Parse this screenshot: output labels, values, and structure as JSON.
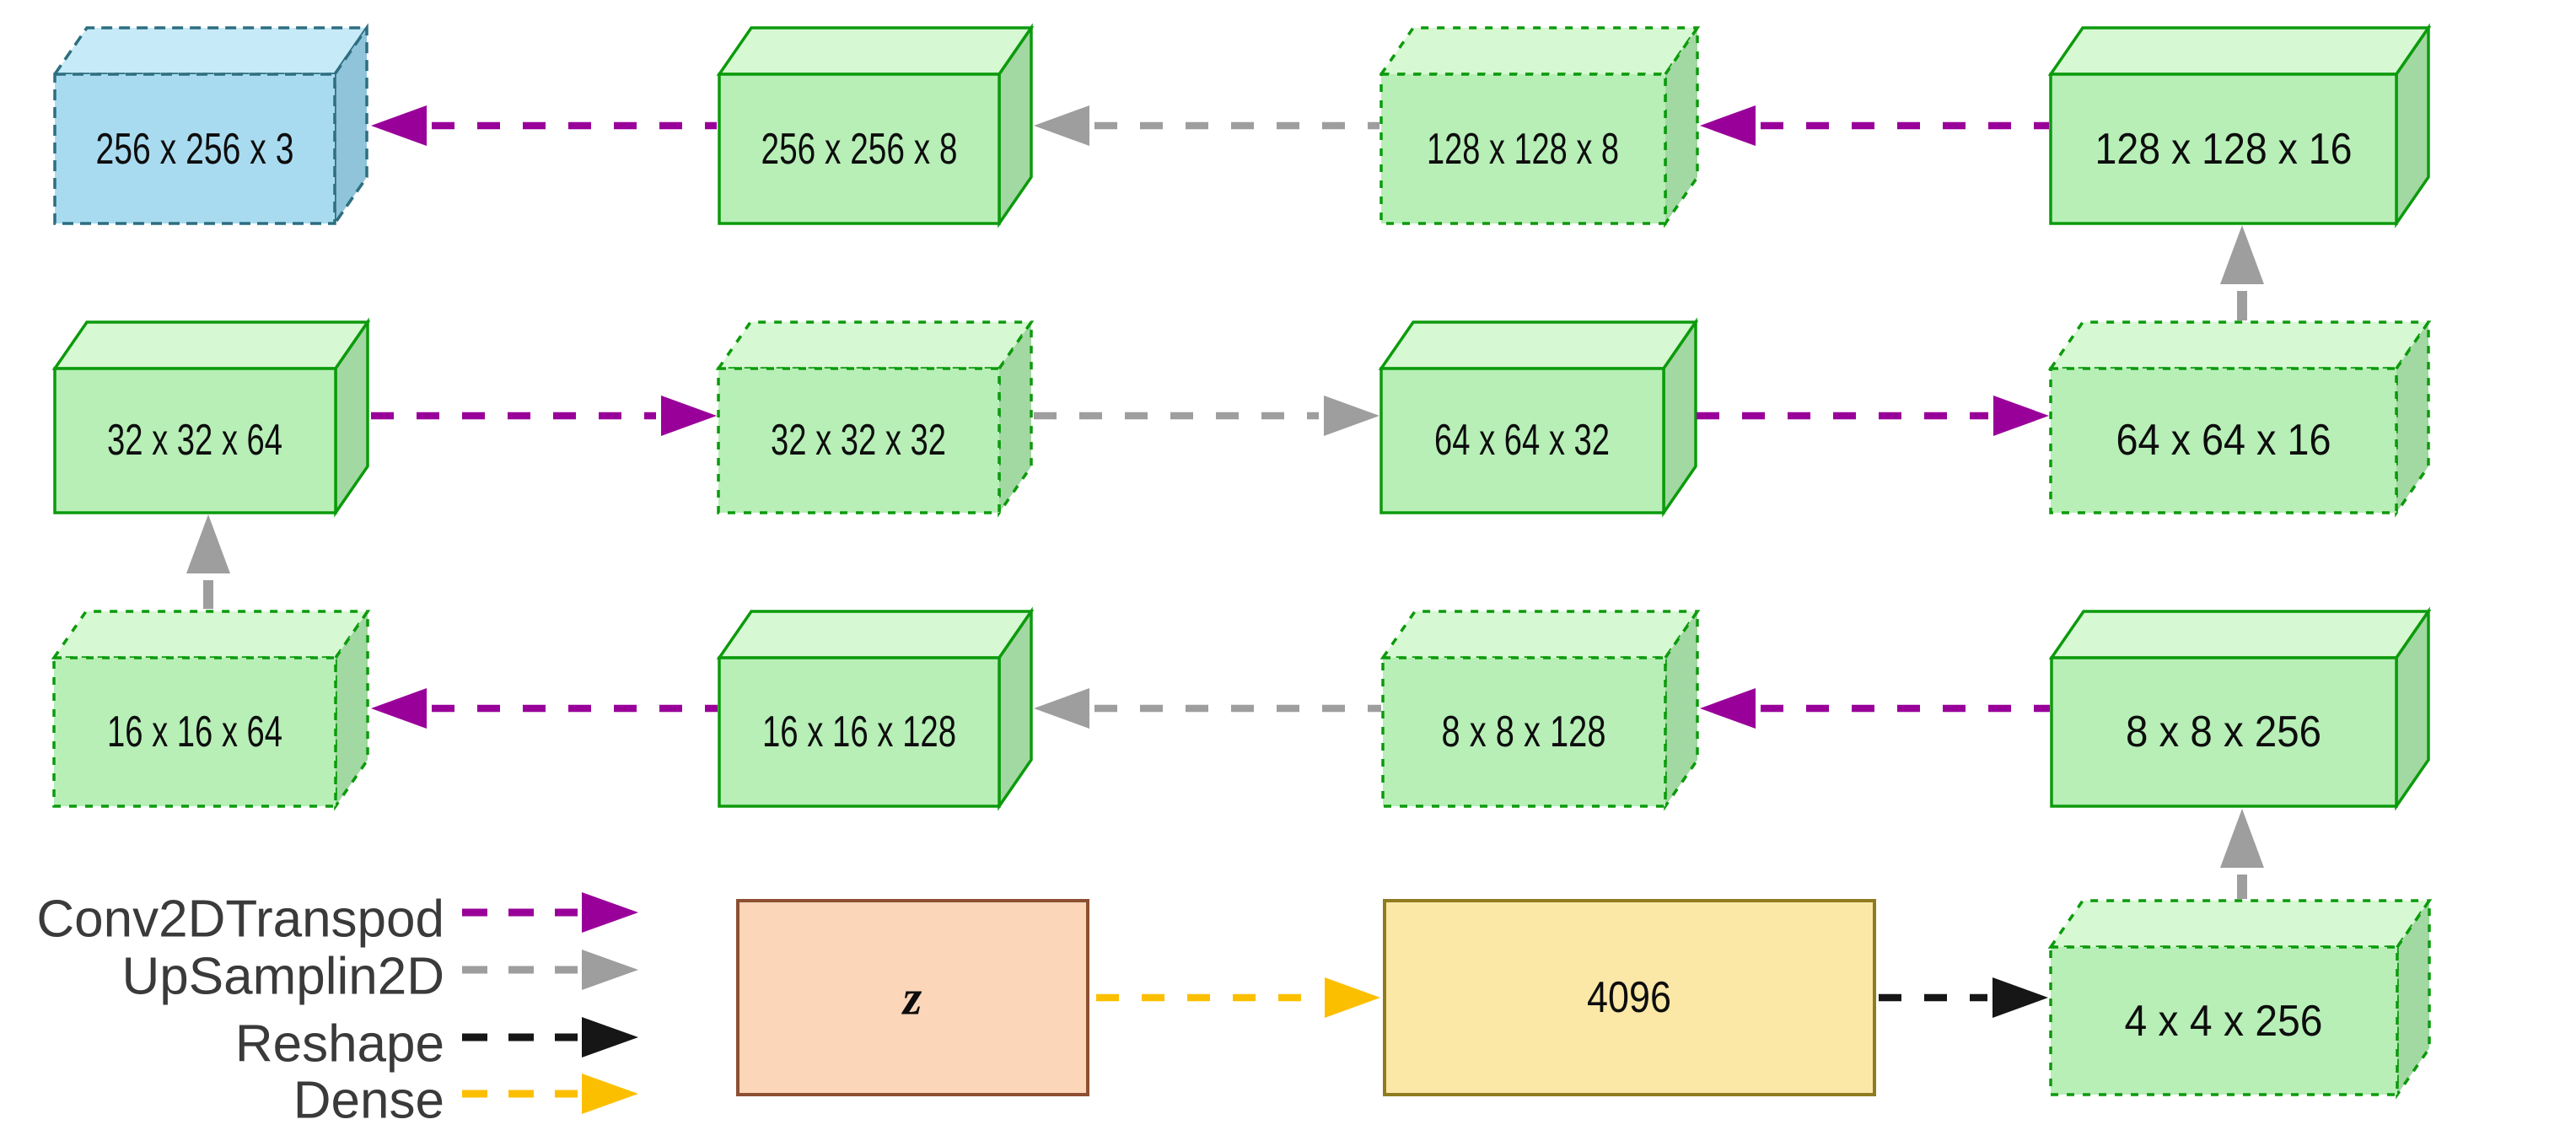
{
  "boxes": [
    {
      "label": "256 x 256 x 3",
      "style": "blue-dashed",
      "shape": "cuboid"
    },
    {
      "label": "256 x 256 x 8",
      "style": "green-solid",
      "shape": "cuboid"
    },
    {
      "label": "128 x 128 x 8",
      "style": "green-dashed",
      "shape": "cuboid"
    },
    {
      "label": "128 x 128 x 16",
      "style": "green-solid",
      "shape": "cuboid"
    },
    {
      "label": "32 x 32 x 64",
      "style": "green-solid",
      "shape": "cuboid"
    },
    {
      "label": "32 x 32 x 32",
      "style": "green-dashed",
      "shape": "cuboid"
    },
    {
      "label": "64 x 64 x 32",
      "style": "green-solid",
      "shape": "cuboid"
    },
    {
      "label": "64 x 64 x 16",
      "style": "green-dashed",
      "shape": "cuboid"
    },
    {
      "label": "16 x 16 x 64",
      "style": "green-dashed",
      "shape": "cuboid"
    },
    {
      "label": "16 x 16 x 128",
      "style": "green-solid",
      "shape": "cuboid"
    },
    {
      "label": "8 x 8 x 128",
      "style": "green-dashed",
      "shape": "cuboid"
    },
    {
      "label": "8 x 8 x 256",
      "style": "green-solid",
      "shape": "cuboid"
    },
    {
      "label": "z",
      "style": "latent-orange",
      "shape": "rect"
    },
    {
      "label": "4096",
      "style": "dense-yellow",
      "shape": "rect"
    },
    {
      "label": "4 x 4 x 256",
      "style": "green-dashed",
      "shape": "cuboid"
    }
  ],
  "legend": {
    "items": [
      {
        "label": "Conv2DTranspod",
        "color": "#990099"
      },
      {
        "label": "UpSamplin2D",
        "color": "#9e9e9e"
      },
      {
        "label": "Reshape",
        "color": "#161616"
      },
      {
        "label": "Dense",
        "color": "#fcbf00"
      }
    ]
  },
  "connections": [
    {
      "from": "z",
      "to": "4096",
      "operation": "Dense",
      "color": "#fcbf00"
    },
    {
      "from": "4096",
      "to": "4 x 4 x 256",
      "operation": "Reshape",
      "color": "#161616"
    },
    {
      "from": "4 x 4 x 256",
      "to": "8 x 8 x 256",
      "operation": "UpSamplin2D",
      "color": "#9e9e9e"
    },
    {
      "from": "8 x 8 x 256",
      "to": "8 x 8 x 128",
      "operation": "Conv2DTranspod",
      "color": "#990099"
    },
    {
      "from": "8 x 8 x 128",
      "to": "16 x 16 x 128",
      "operation": "UpSamplin2D",
      "color": "#9e9e9e"
    },
    {
      "from": "16 x 16 x 128",
      "to": "16 x 16 x 64",
      "operation": "Conv2DTranspod",
      "color": "#990099"
    },
    {
      "from": "16 x 16 x 64",
      "to": "32 x 32 x 64",
      "operation": "UpSamplin2D",
      "color": "#9e9e9e"
    },
    {
      "from": "32 x 32 x 64",
      "to": "32 x 32 x 32",
      "operation": "Conv2DTranspod",
      "color": "#990099"
    },
    {
      "from": "32 x 32 x 32",
      "to": "64 x 64 x 32",
      "operation": "UpSamplin2D",
      "color": "#9e9e9e"
    },
    {
      "from": "64 x 64 x 32",
      "to": "64 x 64 x 16",
      "operation": "Conv2DTranspod",
      "color": "#990099"
    },
    {
      "from": "64 x 64 x 16",
      "to": "128 x 128 x 16",
      "operation": "UpSamplin2D",
      "color": "#9e9e9e"
    },
    {
      "from": "128 x 128 x 16",
      "to": "128 x 128 x 8",
      "operation": "Conv2DTranspod",
      "color": "#990099"
    },
    {
      "from": "128 x 128 x 8",
      "to": "256 x 256 x 8",
      "operation": "UpSamplin2D",
      "color": "#9e9e9e"
    },
    {
      "from": "256 x 256 x 8",
      "to": "256 x 256 x 3",
      "operation": "Conv2DTranspod",
      "color": "#990099"
    }
  ],
  "colors": {
    "tensor_fill": "#b7efb7",
    "tensor_stroke": "#0c9a0c",
    "input_fill": "#a9dbf0",
    "input_stroke": "#2d6e80",
    "latent_fill": "#fcd6b8",
    "latent_stroke": "#8d4f33",
    "dense_fill": "#fbe8a6",
    "dense_stroke": "#8f7c20"
  }
}
